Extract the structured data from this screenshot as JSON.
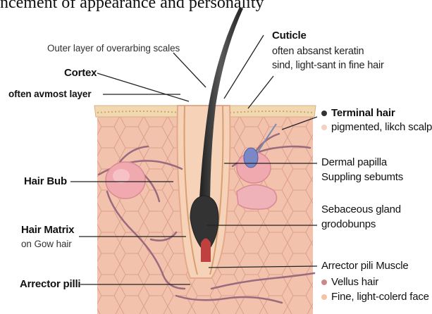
{
  "title": "ncement of appearance and personality",
  "labels": {
    "outer_layer": "Outer layer of overarbing scales",
    "cortex": "Cortex",
    "often_layer": "often avmost layer",
    "hair_bub": "Hair Bub",
    "hair_matrix": "Hair Matrix",
    "hair_matrix_sub": "on Gow hair",
    "arrector_pilli": "Arrector pilli",
    "cuticle": "Cuticle",
    "cuticle_sub1": "often absanst keratin",
    "cuticle_sub2": "sind, light-sant in fine hair",
    "terminal_hair": "Terminal hair",
    "terminal_hair_sub": "pigmented, likch scalp",
    "dermal_papilla": "Dermal papilla",
    "dermal_papilla_sub": "Suppling sebumts",
    "sebaceous_gland": "Sebaceous gland",
    "sebaceous_gland_sub": "grodobunps",
    "arrector_pili_muscle": "Arrector pili Muscle",
    "vellus_hair": "Vellus hair",
    "vellus_hair_sub": "Fine, light-colerd face"
  },
  "colors": {
    "skin": "#f2c2ad",
    "cell_line": "#d99a86",
    "epidermis": "#f0d8b0",
    "hair": "#3a3a3a",
    "vessel": "#9a6a7e",
    "bulb": "#f3b4b0",
    "terminal_dot": "#333333",
    "terminal_sub_dot": "#f2d2c2",
    "vellus_dot": "#c98a8c",
    "vellus_sub_dot": "#f4c2a4"
  },
  "icons": [
    "terminal-hair-dot",
    "pigmented-dot",
    "vellus-hair-dot",
    "fine-hair-dot"
  ]
}
